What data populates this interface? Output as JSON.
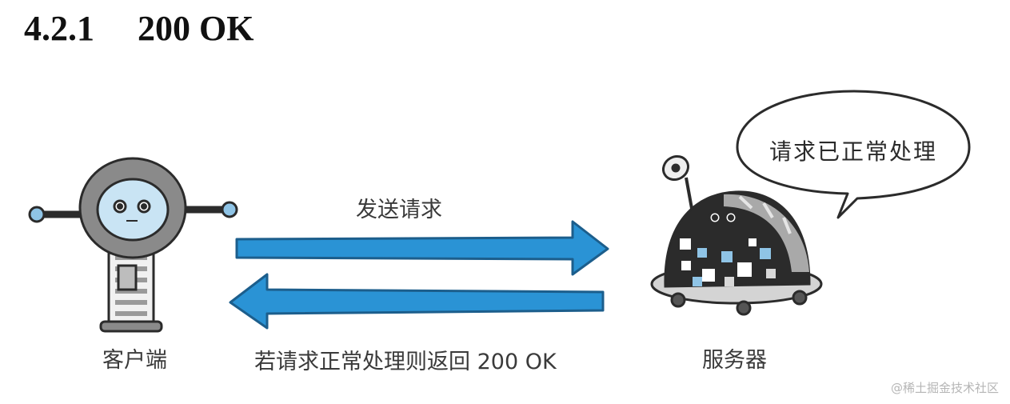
{
  "heading": {
    "number": "4.2.1",
    "title": "200 OK"
  },
  "diagram": {
    "client_label": "客户端",
    "server_label": "服务器",
    "request_label": "发送请求",
    "response_label": "若请求正常处理则返回 200 OK",
    "speech_bubble": "请求已正常处理",
    "arrow_color": "#2a93d5",
    "arrow_outline": "#1c5e8c"
  },
  "watermark": "@稀土掘金技术社区"
}
